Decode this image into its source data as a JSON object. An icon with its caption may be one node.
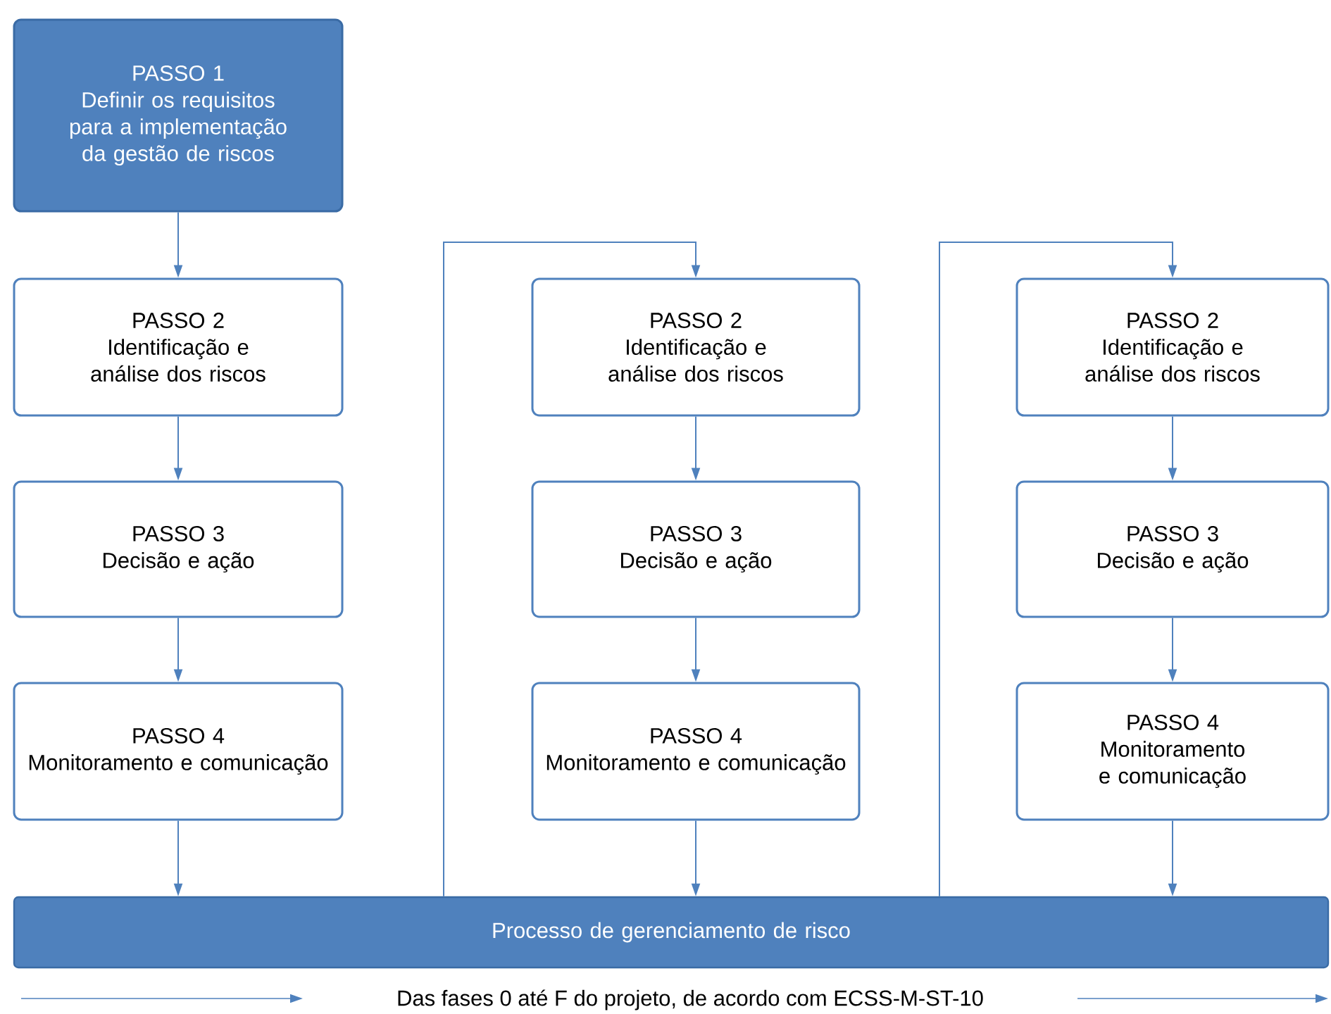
{
  "diagram": {
    "nodes": [
      {
        "text": [
          "PASSO 1",
          "Definir os requisitos para a implementação da gestão de riscos"
        ]
      },
      {
        "text": [
          "PASSO 2",
          "Identificação e análise dos riscos"
        ]
      },
      {
        "text": [
          "PASSO 3",
          "Decisão e ação"
        ]
      },
      {
        "text": [
          "PASSO 4",
          "Monitoramento e comunicação"
        ]
      },
      {
        "text": [
          "PASSO 2",
          "Identificação e análise dos riscos"
        ]
      },
      {
        "text": [
          "PASSO 3",
          "Decisão e ação"
        ]
      },
      {
        "text": [
          "PASSO 4",
          "Monitoramento e comunicação"
        ]
      },
      {
        "text": [
          "PASSO 2",
          "Identificação e análise dos riscos"
        ]
      },
      {
        "text": [
          "PASSO 3",
          "Decisão e ação"
        ]
      },
      {
        "text": [
          "PASSO 4",
          "Monitoramento e comunicação"
        ]
      },
      {
        "text": [
          "Processo de gerenciamento de risco"
        ]
      }
    ],
    "edges": [
      {
        "from": 0,
        "to": 1,
        "arrow": "to"
      },
      {
        "from": 1,
        "to": 2,
        "arrow": "to"
      },
      {
        "from": 2,
        "to": 3,
        "arrow": "to"
      },
      {
        "from": 3,
        "to": 10,
        "arrow": "to"
      },
      {
        "from": 10,
        "to": 4,
        "arrow": "to"
      },
      {
        "from": 4,
        "to": 5,
        "arrow": "to"
      },
      {
        "from": 5,
        "to": 6,
        "arrow": "to"
      },
      {
        "from": 6,
        "to": 10,
        "arrow": "to"
      },
      {
        "from": 10,
        "to": 7,
        "arrow": "to"
      },
      {
        "from": 7,
        "to": 8,
        "arrow": "to"
      },
      {
        "from": 8,
        "to": 9,
        "arrow": "to"
      },
      {
        "from": 9,
        "to": 10,
        "arrow": "to"
      }
    ],
    "labels": [
      "Das fases 0 até F do projeto, de acordo com ECSS-M-ST-10"
    ]
  }
}
